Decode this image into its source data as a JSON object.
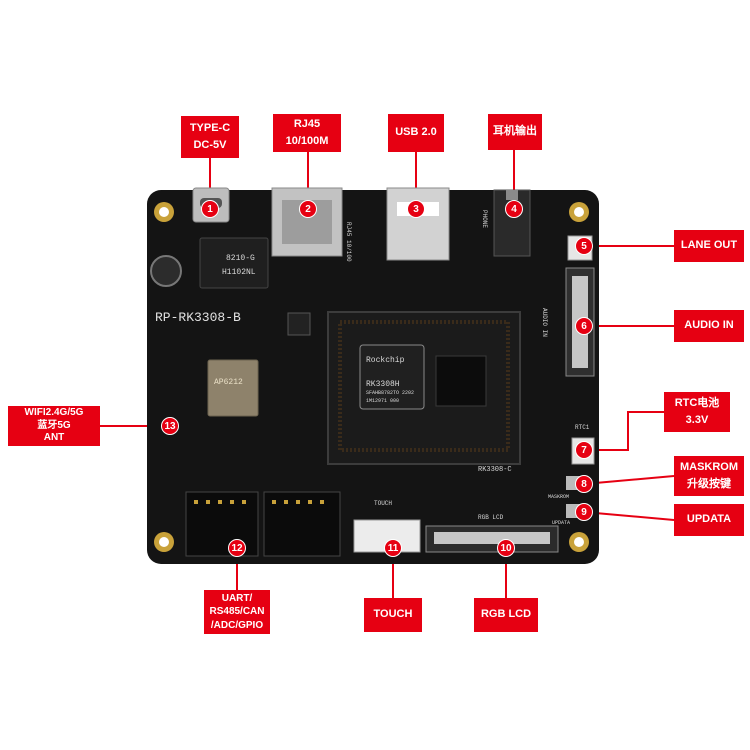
{
  "board": {
    "model": "RP-RK3308-B",
    "soc_brand": "Rockchip",
    "soc_name": "RK3308H",
    "soc_code1": "SFAHB8782TO 2202",
    "soc_code2": "1M12971 000",
    "net_chip1": "H1102NL",
    "net_chip2": "8210-G",
    "wifi_chip": "AP6212",
    "core_label": "RK3308-C",
    "silk_audio": "AUDIO IN",
    "silk_rgb": "RGB LCD",
    "silk_touch": "TOUCH",
    "silk_rtc": "RTC1",
    "silk_rj45": "RJ45 10/100",
    "silk_phone": "PHONE",
    "silk_maskrom": "MASKROM",
    "silk_update": "UPDATA"
  },
  "callouts": [
    {
      "n": "1",
      "lines": [
        "TYPE-C",
        "DC-5V"
      ]
    },
    {
      "n": "2",
      "lines": [
        "RJ45",
        "10/100M"
      ]
    },
    {
      "n": "3",
      "lines": [
        "USB 2.0"
      ]
    },
    {
      "n": "4",
      "lines": [
        "耳机输出"
      ]
    },
    {
      "n": "5",
      "lines": [
        "LANE OUT"
      ]
    },
    {
      "n": "6",
      "lines": [
        "AUDIO IN"
      ]
    },
    {
      "n": "7",
      "lines": [
        "RTC电池",
        "3.3V"
      ]
    },
    {
      "n": "8",
      "lines": [
        "MASKROM",
        "升级按键"
      ]
    },
    {
      "n": "9",
      "lines": [
        "UPDATA"
      ]
    },
    {
      "n": "10",
      "lines": [
        "RGB LCD"
      ]
    },
    {
      "n": "11",
      "lines": [
        "TOUCH"
      ]
    },
    {
      "n": "12",
      "lines": [
        "UART/",
        "RS485/CAN",
        "/ADC/GPIO"
      ]
    },
    {
      "n": "13",
      "lines": [
        "WIFI2.4G/5G",
        "蓝牙5G",
        "ANT"
      ]
    }
  ],
  "colors": {
    "accent": "#e60012",
    "pcb": "#141414",
    "silk": "#d8d8d8",
    "background": "#ffffff"
  }
}
